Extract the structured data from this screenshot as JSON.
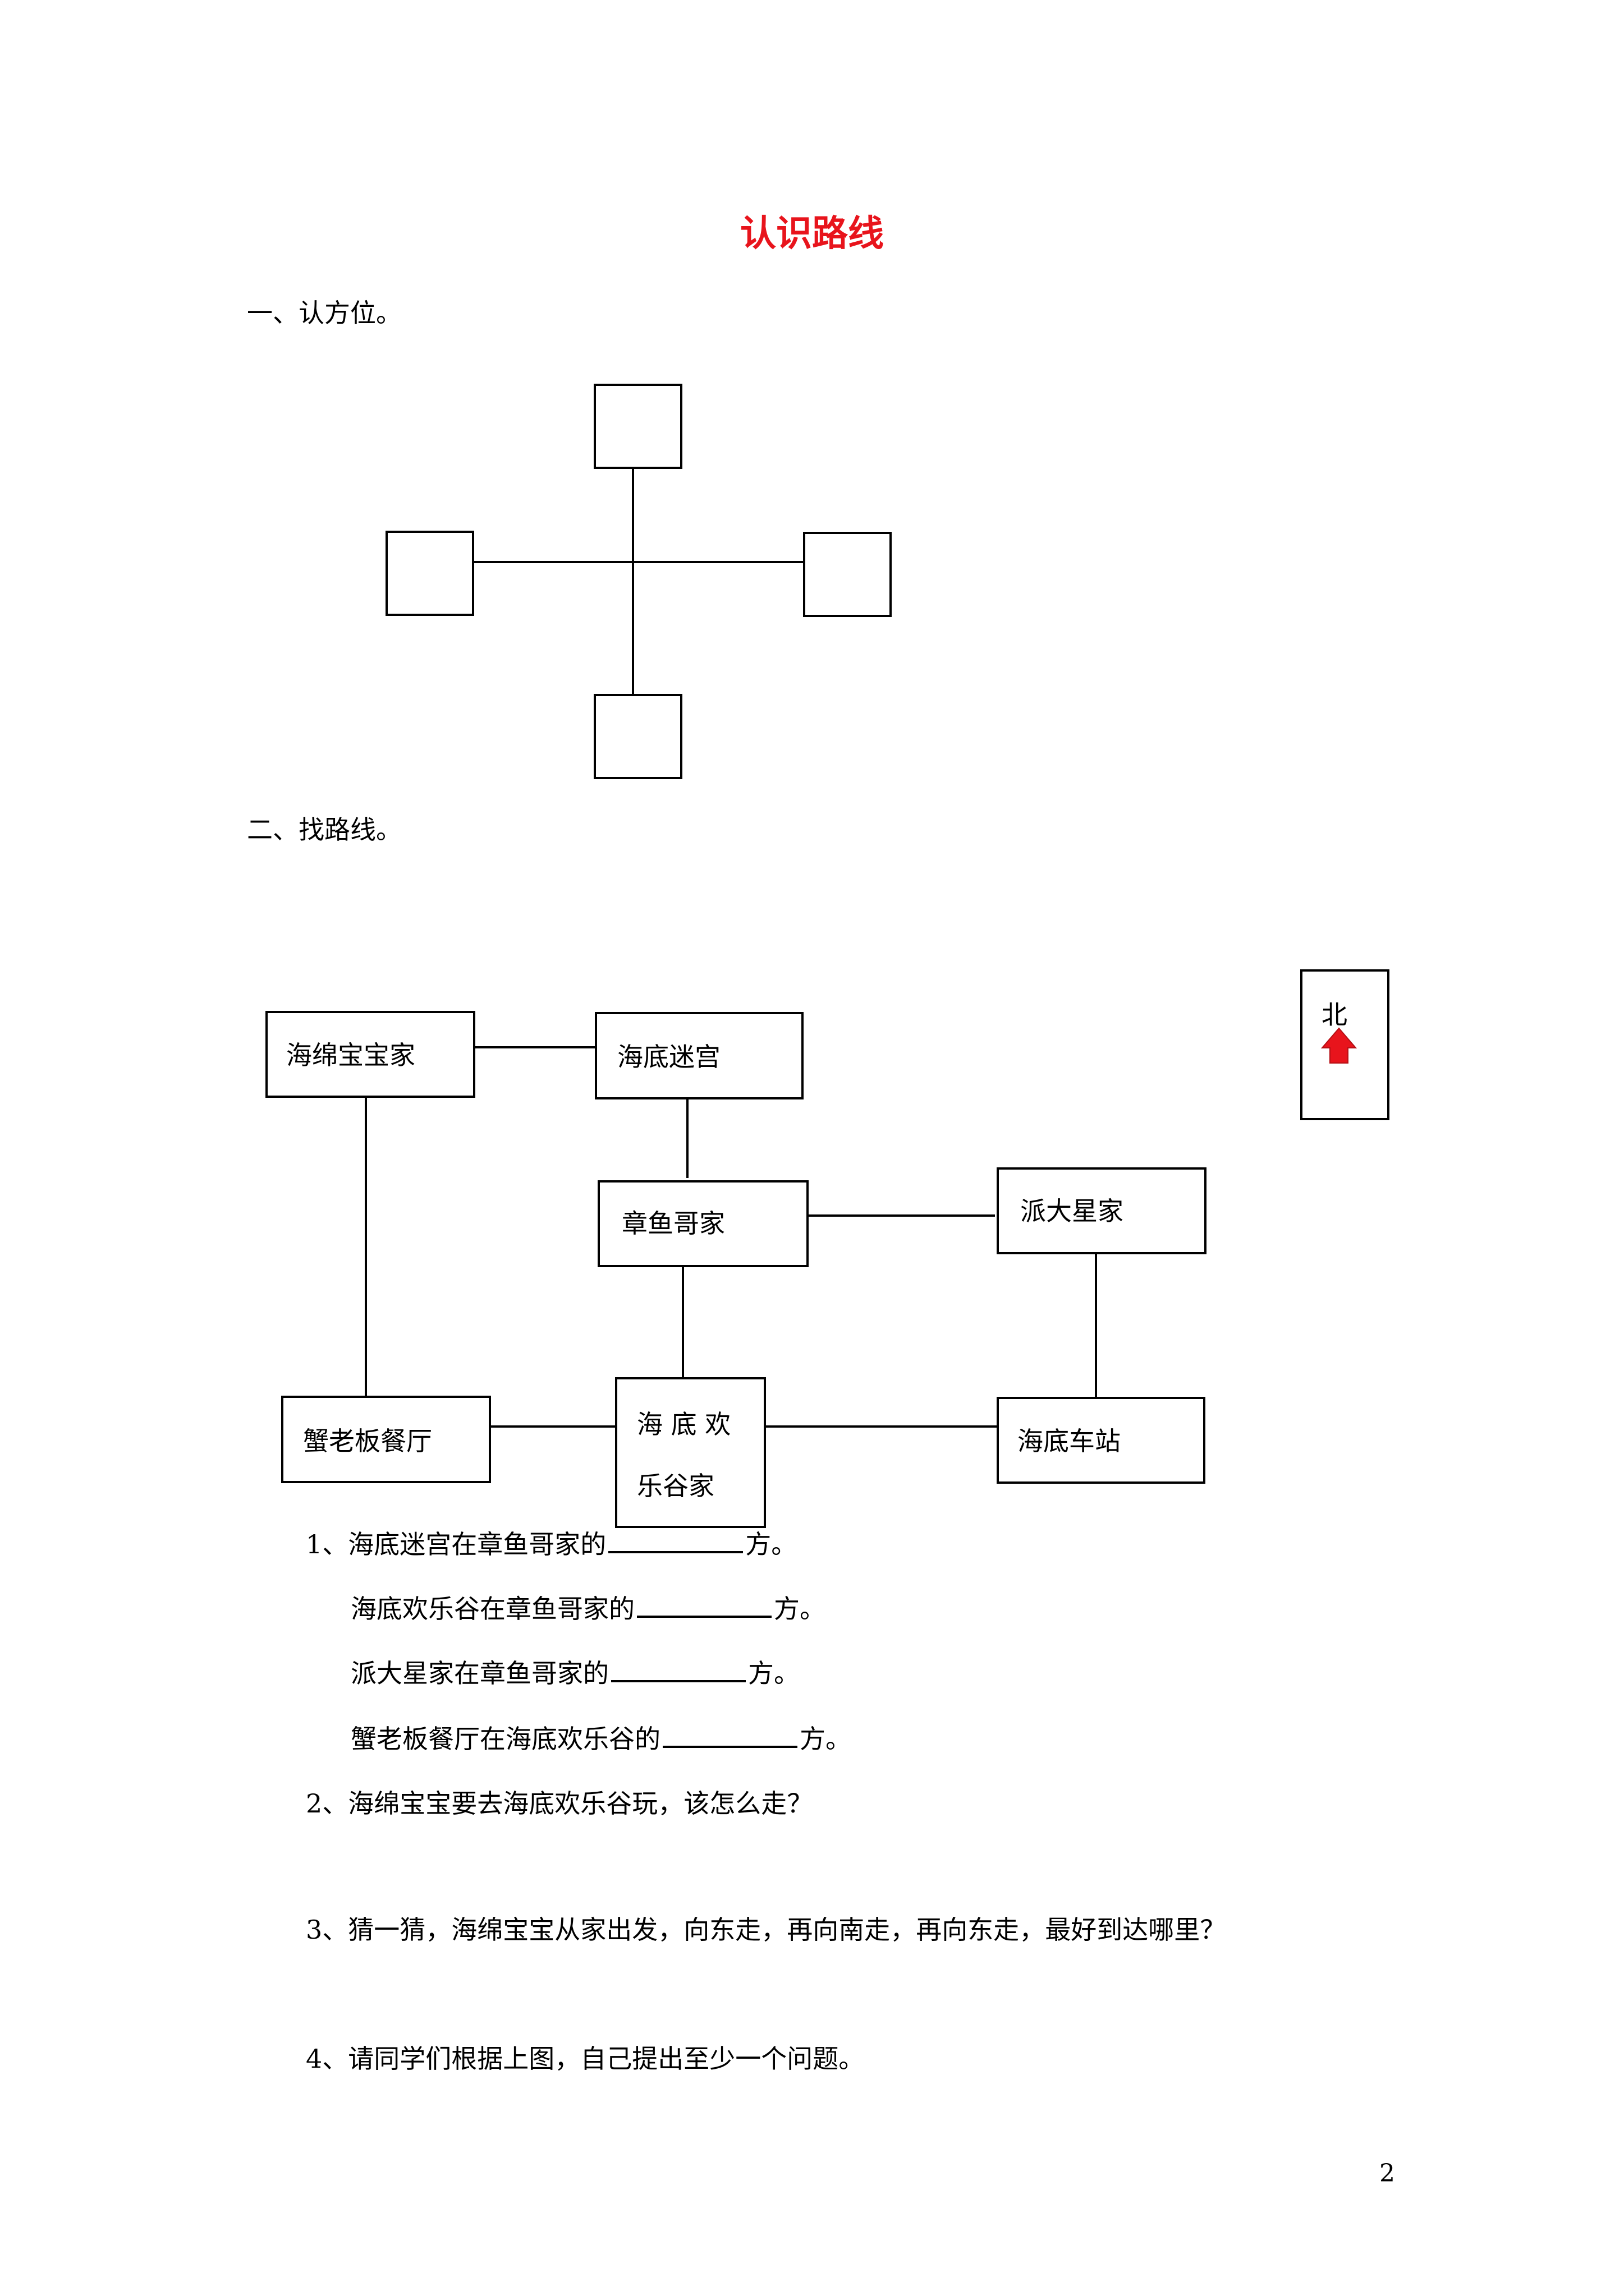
{
  "title": "认识路线",
  "section1": {
    "heading": "一、认方位。"
  },
  "section2": {
    "heading": "二、找路线。"
  },
  "map": {
    "north_label": "北",
    "places": {
      "spongebob_home": "海绵宝宝家",
      "maze": "海底迷宫",
      "squidward_home": "章鱼哥家",
      "patrick_home": "派大星家",
      "krusty_krab": "蟹老板餐厅",
      "valley_line1": "海 底 欢",
      "valley_line2": "乐谷家",
      "station": "海底车站"
    },
    "arrow_color": "#e8141c"
  },
  "questions": {
    "q1a_before": "1、海底迷宫在章鱼哥家的",
    "q1a_after": "方。",
    "q1b_before": "海底欢乐谷在章鱼哥家的",
    "q1b_after": "方。",
    "q1c_before": "派大星家在章鱼哥家的",
    "q1c_after": "方。",
    "q1d_before": "蟹老板餐厅在海底欢乐谷的",
    "q1d_after": "方。",
    "q2": "2、海绵宝宝要去海底欢乐谷玩，该怎么走？",
    "q3": "3、猜一猜，海绵宝宝从家出发，向东走，再向南走，再向东走，最好到达哪里？",
    "q4": "4、请同学们根据上图，自己提出至少一个问题。"
  },
  "page_number": "2"
}
